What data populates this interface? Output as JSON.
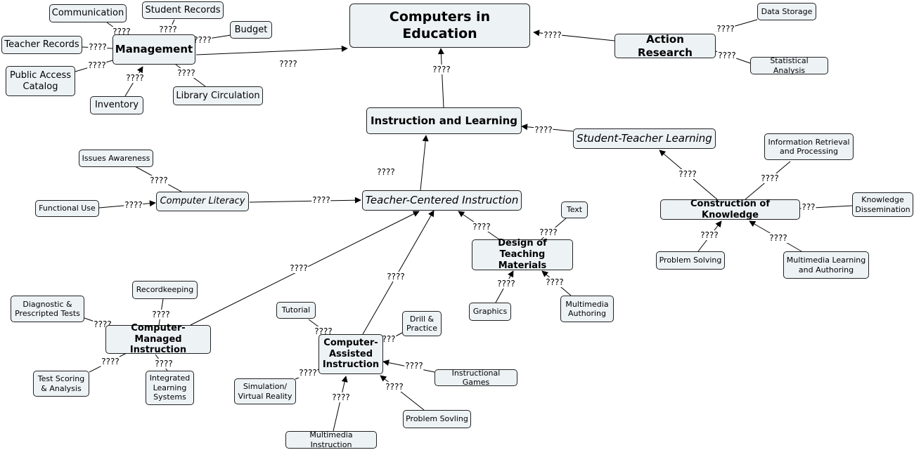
{
  "nodes": {
    "computers_in_education": "Computers in Education",
    "action_research": "Action Research",
    "data_storage": "Data Storage",
    "statistical_analysis": "Statistical Analysis",
    "management": "Management",
    "communication": "Communication",
    "student_records": "Student Records",
    "budget": "Budget",
    "teacher_records": "Teacher Records",
    "public_access_catalog": "Public Access\nCatalog",
    "inventory": "Inventory",
    "library_circulation": "Library Circulation",
    "instruction_and_learning": "Instruction and Learning",
    "student_teacher_learning": "Student-Teacher Learning",
    "information_retrieval": "Information Retrieval\nand Processing",
    "construction_of_knowledge": "Construction of Knowledge",
    "knowledge_dissemination": "Knowledge\nDissemination",
    "problem_solving": "Problem Solving",
    "multimedia_learning": "Multimedia Learning\nand Authoring",
    "issues_awareness": "Issues Awareness",
    "computer_literacy": "Computer Literacy",
    "functional_use": "Functional Use",
    "teacher_centered_instruction": "Teacher-Centered Instruction",
    "text": "Text",
    "design_teaching_materials": "Design of\nTeaching Materials",
    "graphics": "Graphics",
    "multimedia_authoring": "Multimedia\nAuthoring",
    "recordkeeping": "Recordkeeping",
    "diagnostic_tests": "Diagnostic &\nPrescripted Tests",
    "computer_managed_instruction": "Computer-Managed\nInstruction",
    "test_scoring": "Test Scoring\n& Analysis",
    "integrated_learning": "Integrated\nLearning\nSystems",
    "tutorial": "Tutorial",
    "drill_practice": "Drill &\nPractice",
    "computer_assisted_instruction": "Computer-\nAssisted\nInstruction",
    "instructional_games": "Instructional Games",
    "simulation": "Simulation/\nVirtual Reality",
    "problem_sovling": "Problem Sovling",
    "multimedia_instruction": "Multimedia Instruction"
  },
  "link_labels": {
    "q4": "????",
    "q3": "???"
  }
}
